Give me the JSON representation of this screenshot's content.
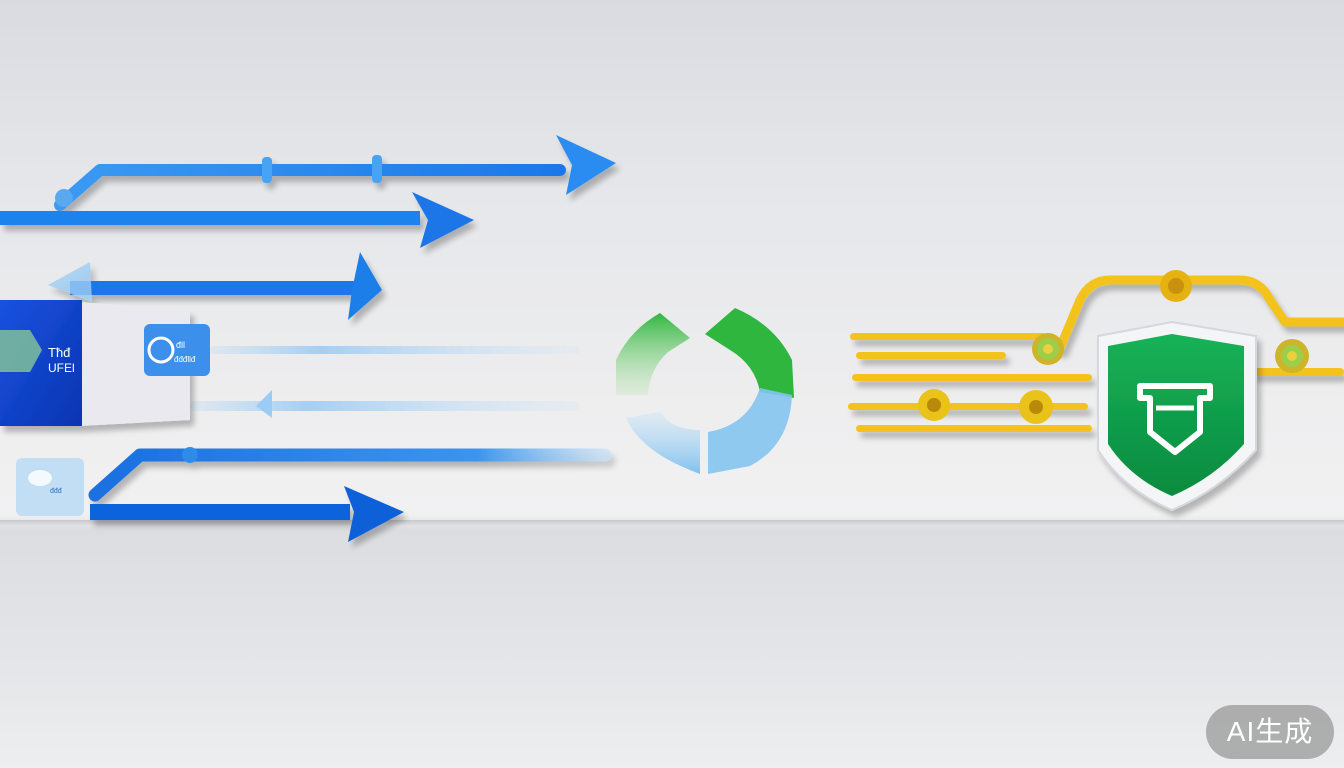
{
  "scene": {
    "panel_text_line1": "Tħđ",
    "panel_text_line2": "UFEl",
    "card_text_line1": "đll",
    "card_text_line2": "đđđllđ",
    "small_card_text": "đđđ",
    "icons": [
      "arrow-right-icon",
      "arrow-left-icon",
      "sync-cycle-icon",
      "gear-icon",
      "shield-icon"
    ]
  },
  "badge": {
    "label": "AI生成"
  },
  "colors": {
    "arrow_blue": "#1f7fe8",
    "arrow_blue_dark": "#0b5fd6",
    "cycle_green": "#35b844",
    "cycle_light_blue": "#8cc8f0",
    "rail_yellow": "#f2c21a",
    "shield_green": "#0f9a4a",
    "shield_rim": "#f4f5f6",
    "panel_blue": "#1040c8"
  }
}
